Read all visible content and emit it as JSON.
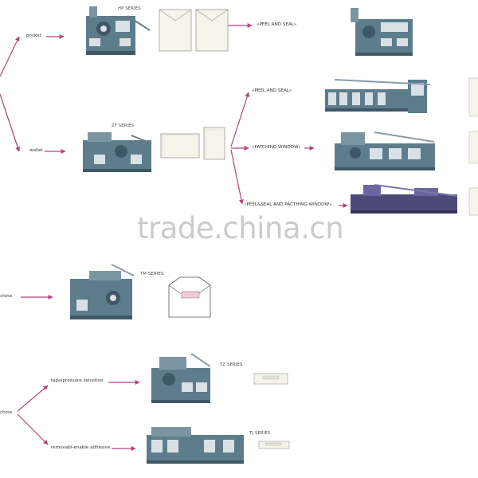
{
  "watermark": "trade.china.cn",
  "colors": {
    "arrow": "#b0457a",
    "machine_body": "#5d7c8c",
    "machine_dark": "#3e5866",
    "machine_light": "#d9e1e6",
    "envelope_fill": "#f5f3ea",
    "envelope_stroke": "#9b9b9b",
    "window_fill": "#f2c9d6"
  },
  "labels": {
    "pocket": "pocket",
    "wallet": "wallet",
    "machine_cut": "chine",
    "machine_cut2": "chine",
    "tape": "tape/pressure sensitive",
    "removable": "removabl-enable adhesive",
    "peel_seal_top": "PEEL AND SEAL",
    "peel_seal_mid": "PEEL AND SEAL",
    "patching_window": "PATCHING WINDOW",
    "peel_and_patch": "PEEL&SEAL AND PACTHING WINDOW"
  },
  "series": {
    "hp": "HP SERIES",
    "zf": "ZF SERIES",
    "tm": "TM SERIES",
    "tz": "TZ SERIES",
    "tj": "TJ SERIES"
  }
}
